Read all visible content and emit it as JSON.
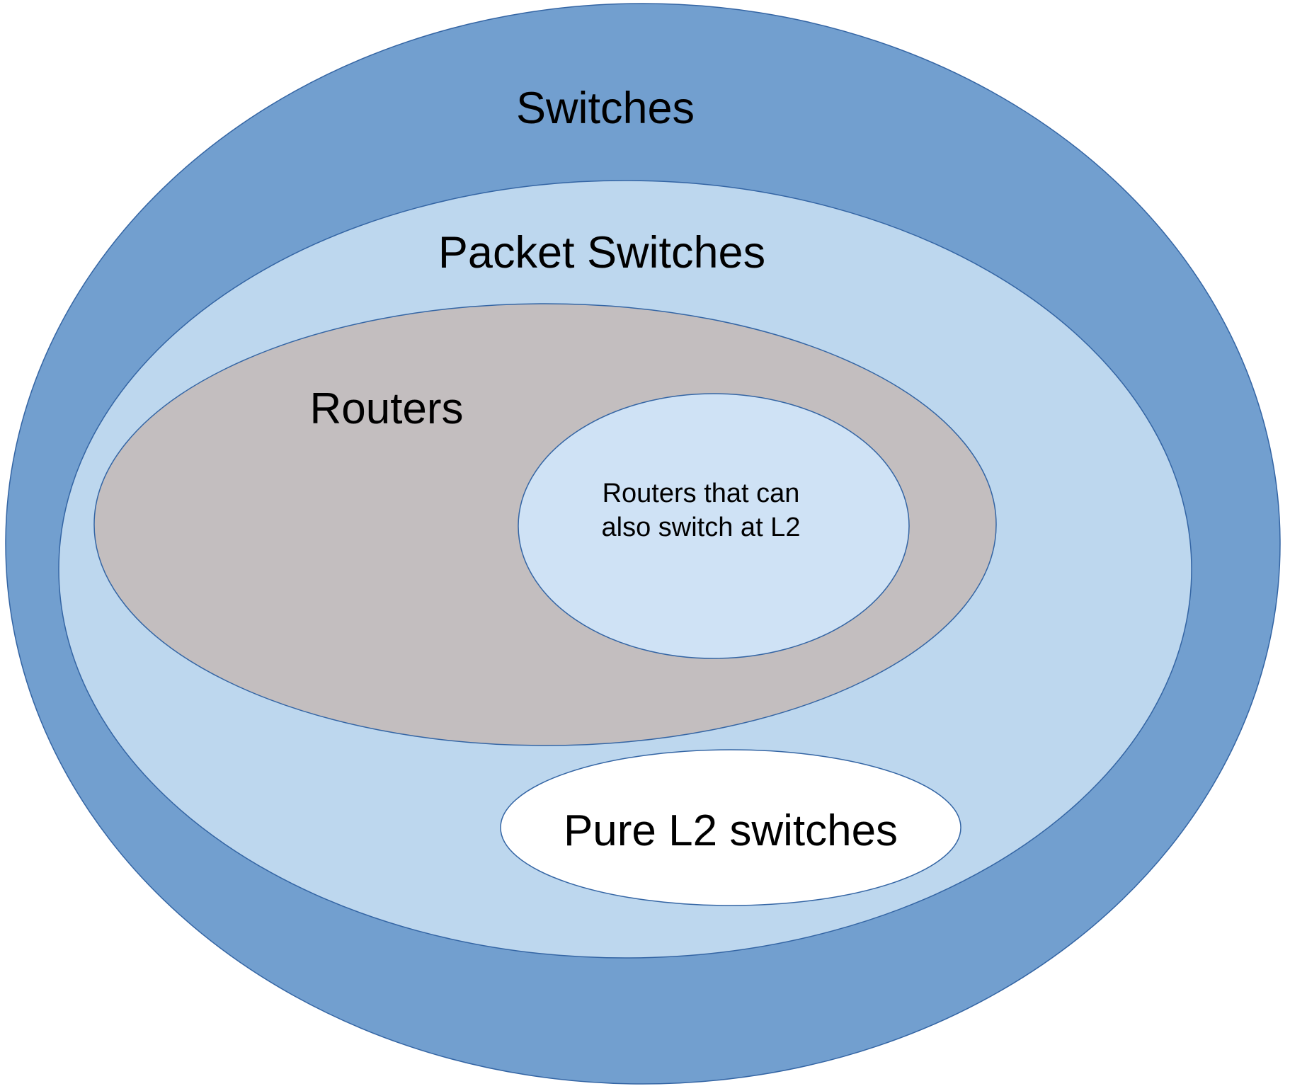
{
  "diagram": {
    "type": "nested-set (Euler) diagram",
    "sets": [
      {
        "id": "switches",
        "label": "Switches",
        "fill": "#729fcf",
        "parent": null
      },
      {
        "id": "packet-switches",
        "label": "Packet Switches",
        "fill": "#bdd7ee",
        "parent": "switches"
      },
      {
        "id": "routers",
        "label": "Routers",
        "fill": "#c3bebf",
        "parent": "packet-switches"
      },
      {
        "id": "routers-l2",
        "label_lines": [
          "Routers that can",
          "also switch at L2"
        ],
        "fill": "#cfe2f5",
        "parent": "routers"
      },
      {
        "id": "pure-l2",
        "label": "Pure L2 switches",
        "fill": "#ffffff",
        "parent": "packet-switches"
      }
    ],
    "stroke": "#3465a4"
  }
}
